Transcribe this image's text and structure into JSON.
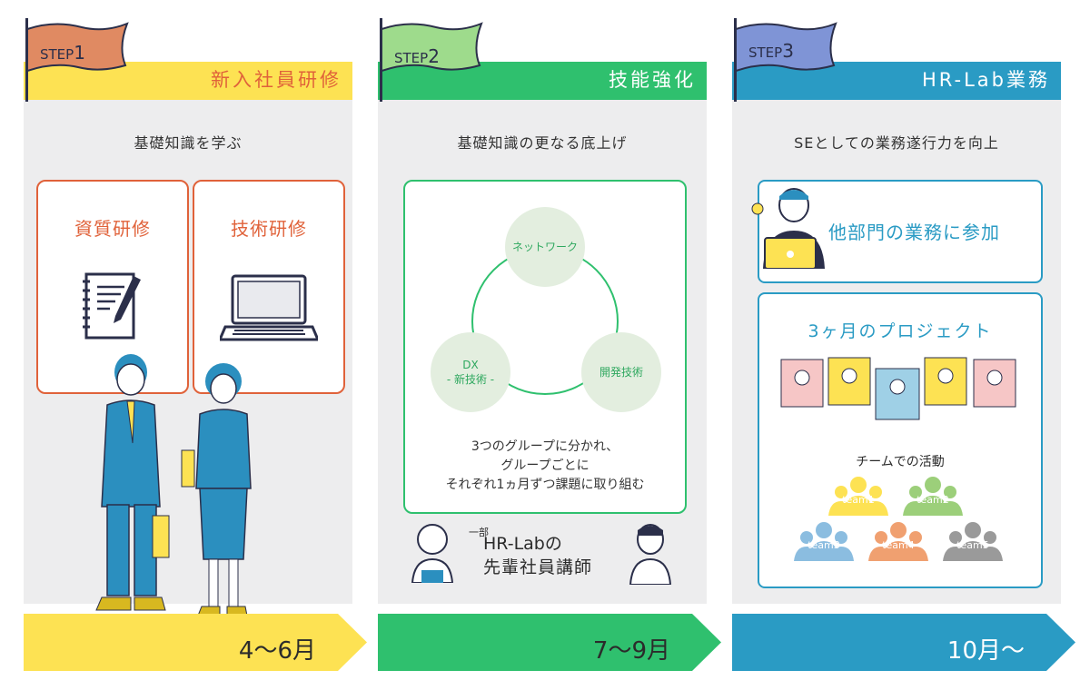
{
  "colors": {
    "step1": "#fde253",
    "step2": "#2fc06e",
    "step3": "#2a9bc4",
    "panel": "#ededee",
    "accent1": "#e0623a"
  },
  "steps": [
    {
      "flag": {
        "word": "STEP",
        "num": "1"
      },
      "title": "新入社員研修",
      "subtitle": "基礎知識を学ぶ",
      "cards": [
        {
          "title": "資質研修",
          "icon": "notebook-pen-icon"
        },
        {
          "title": "技術研修",
          "icon": "laptop-icon"
        }
      ],
      "period": "4〜6月"
    },
    {
      "flag": {
        "word": "STEP",
        "num": "2"
      },
      "title": "技能強化",
      "subtitle": "基礎知識の更なる底上げ",
      "cycle": [
        "ネットワーク",
        "DX\n- 新技術 -",
        "開発技術"
      ],
      "description": [
        "3つのグループに分かれ、",
        "グループごとに",
        "それぞれ1ヵ月ずつ課題に取り組む"
      ],
      "instructor_note": "一部",
      "instructor_main": "HR-Labの",
      "instructor_sub": "先輩社員講師",
      "period": "7〜9月"
    },
    {
      "flag": {
        "word": "STEP",
        "num": "3"
      },
      "title": "HR-Lab業務",
      "subtitle": "SEとしての業務遂行力を向上",
      "participate": "他部門の業務に参加",
      "project_title": "3ヶ月のプロジェクト",
      "team_activity": "チームでの活動",
      "teams": [
        "team1",
        "team2",
        "team3",
        "team4",
        "team5"
      ],
      "period": "10月〜"
    }
  ]
}
